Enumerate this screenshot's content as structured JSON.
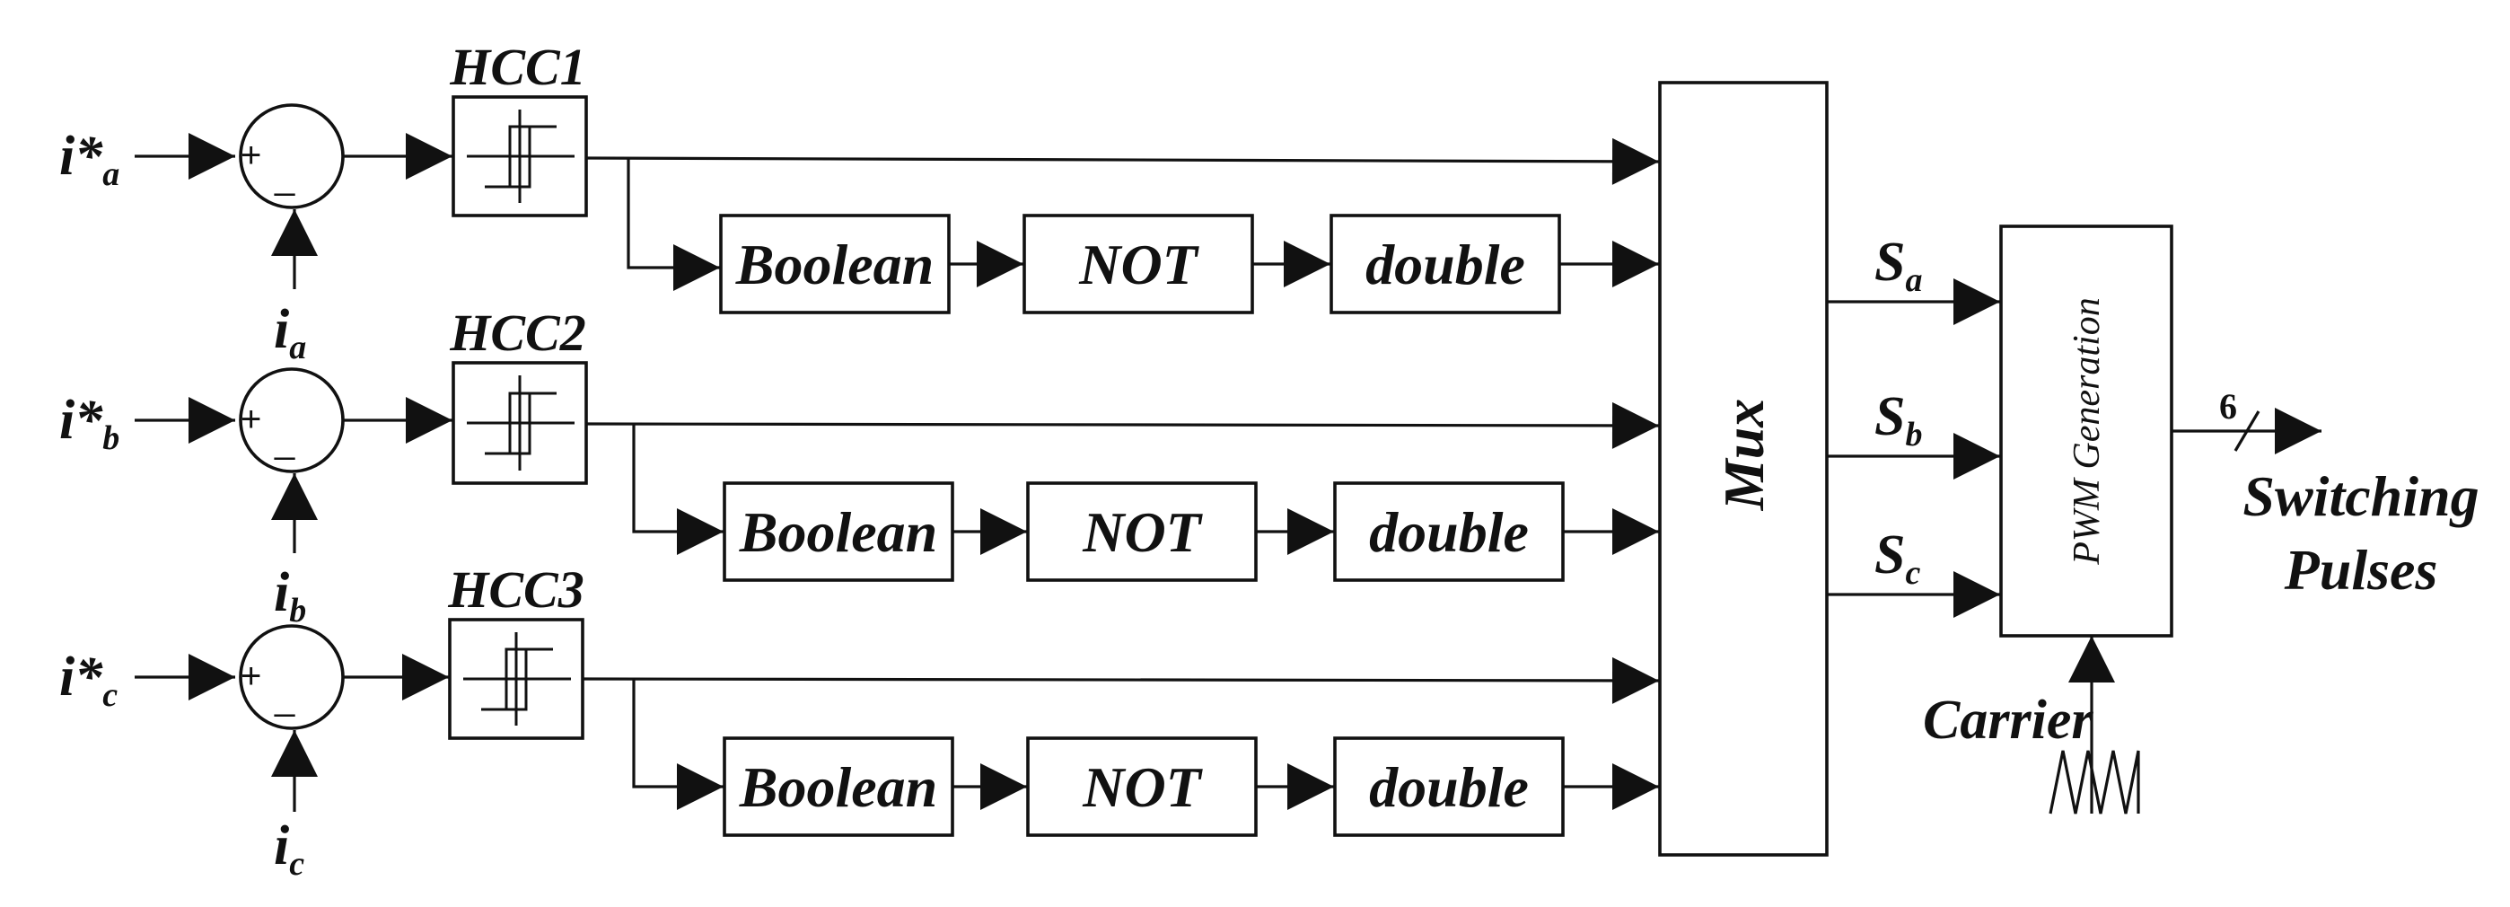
{
  "phases": [
    {
      "ref": {
        "base": "i*",
        "sub": "a"
      },
      "meas": {
        "base": "i",
        "sub": "a"
      },
      "hcc": "HCC1",
      "sum_plus": "+",
      "sum_minus": "_",
      "chain": [
        "Boolean",
        "NOT",
        "double"
      ]
    },
    {
      "ref": {
        "base": "i*",
        "sub": "b"
      },
      "meas": {
        "base": "i",
        "sub": "b"
      },
      "hcc": "HCC2",
      "sum_plus": "+",
      "sum_minus": "_",
      "chain": [
        "Boolean",
        "NOT",
        "double"
      ]
    },
    {
      "ref": {
        "base": "i*",
        "sub": "c"
      },
      "meas": {
        "base": "i",
        "sub": "c"
      },
      "hcc": "HCC3",
      "sum_plus": "+",
      "sum_minus": "_",
      "chain": [
        "Boolean",
        "NOT",
        "double"
      ]
    }
  ],
  "mux": "Mux",
  "switch_signals": [
    {
      "base": "S",
      "sub": "a"
    },
    {
      "base": "S",
      "sub": "b"
    },
    {
      "base": "S",
      "sub": "c"
    }
  ],
  "pwm": "PWM Generation",
  "carrier": "Carrier",
  "bus_width": "6",
  "output": [
    "Switching",
    "Pulses"
  ]
}
